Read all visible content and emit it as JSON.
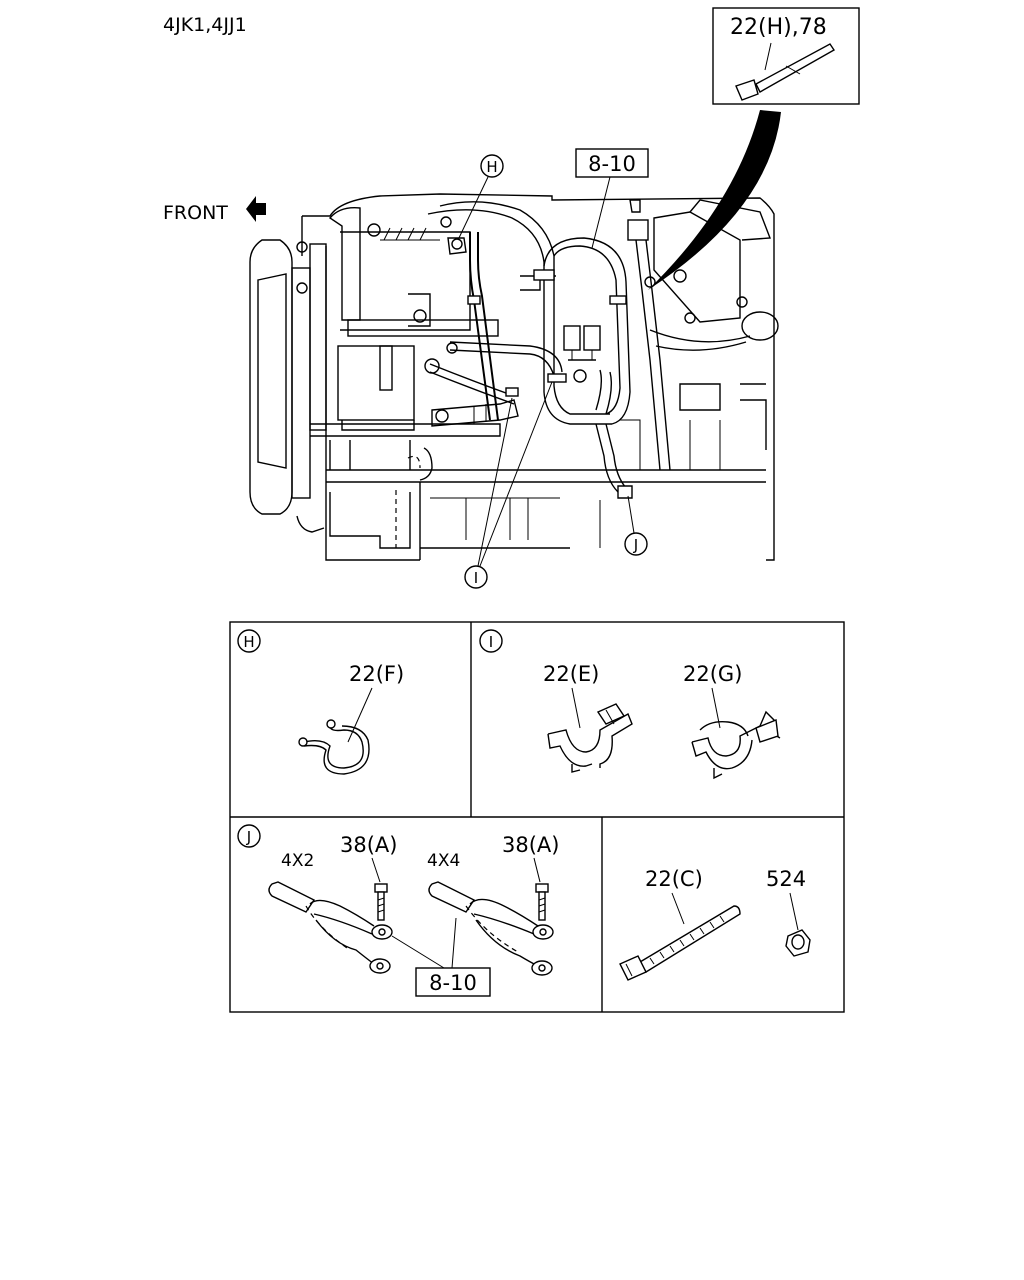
{
  "header": {
    "model_codes": "4JK1,4JJ1"
  },
  "main_diagram": {
    "front_label": "FRONT",
    "callouts": {
      "H": "H",
      "I": "I",
      "J": "J"
    },
    "tie_inset_label": "22(H),78",
    "harness_label": "8-10"
  },
  "detail_H": {
    "letter": "H",
    "part": "22(F)"
  },
  "detail_I": {
    "letter": "I",
    "part_e": "22(E)",
    "part_g": "22(G)"
  },
  "detail_J": {
    "letter": "J",
    "variant_4x2": "4X2",
    "variant_4x4": "4X4",
    "bolt_left": "38(A)",
    "bolt_right": "38(A)",
    "harness_label": "8-10"
  },
  "detail_misc": {
    "tie_part": "22(C)",
    "nut_part": "524"
  }
}
